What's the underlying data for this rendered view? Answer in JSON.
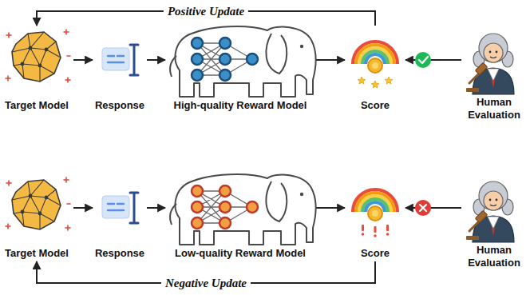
{
  "diagram": {
    "nodes": [
      {
        "text": [
          "Target Model"
        ]
      },
      {
        "text": [
          "Response"
        ]
      },
      {
        "text": [
          "High-quality Reward Model"
        ]
      },
      {
        "text": [
          "Score"
        ]
      },
      {
        "text": [
          "Human Evaluation"
        ]
      },
      {
        "text": [
          "Target Model"
        ]
      },
      {
        "text": [
          "Response"
        ]
      },
      {
        "text": [
          "Low-quality Reward Model"
        ]
      },
      {
        "text": [
          "Score"
        ]
      },
      {
        "text": [
          "Human Evaluation"
        ]
      }
    ],
    "edges": [
      {
        "from": 0,
        "to": 1,
        "arrow": "to"
      },
      {
        "from": 1,
        "to": 2,
        "arrow": "to"
      },
      {
        "from": 2,
        "to": 3,
        "arrow": "to"
      },
      {
        "from": 4,
        "to": 3,
        "arrow": "to"
      },
      {
        "from": 3,
        "to": 0,
        "label": "Positive Update",
        "arrow": "to"
      },
      {
        "from": 5,
        "to": 6,
        "arrow": "to"
      },
      {
        "from": 6,
        "to": 7,
        "arrow": "to"
      },
      {
        "from": 7,
        "to": 8,
        "arrow": "to"
      },
      {
        "from": 9,
        "to": 8,
        "arrow": "to"
      },
      {
        "from": 8,
        "to": 5,
        "label": "Negative Update",
        "arrow": "to"
      }
    ]
  }
}
